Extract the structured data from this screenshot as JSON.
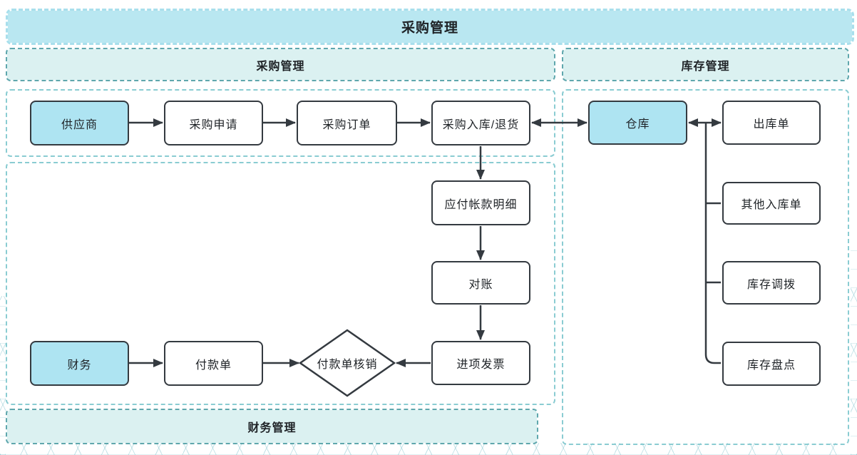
{
  "banner": {
    "title": "采购管理"
  },
  "lanes": {
    "procurement": {
      "title": "采购管理"
    },
    "inventory": {
      "title": "库存管理"
    },
    "finance": {
      "title": "财务管理"
    }
  },
  "nodes": {
    "supplier": {
      "label": "供应商",
      "type": "entity"
    },
    "purchase_request": {
      "label": "采购申请",
      "type": "step"
    },
    "purchase_order": {
      "label": "采购订单",
      "type": "step"
    },
    "purchase_inbound_return": {
      "label": "采购入库/退货",
      "type": "step"
    },
    "warehouse": {
      "label": "仓库",
      "type": "entity"
    },
    "outbound_order": {
      "label": "出库单",
      "type": "step"
    },
    "other_inbound_order": {
      "label": "其他入库单",
      "type": "step"
    },
    "inventory_transfer": {
      "label": "库存调拨",
      "type": "step"
    },
    "inventory_count": {
      "label": "库存盘点",
      "type": "step"
    },
    "accounts_payable_detail": {
      "label": "应付帐款明细",
      "type": "step"
    },
    "reconciliation": {
      "label": "对账",
      "type": "step"
    },
    "input_invoice": {
      "label": "进项发票",
      "type": "step"
    },
    "finance": {
      "label": "财务",
      "type": "entity"
    },
    "payment_order": {
      "label": "付款单",
      "type": "step"
    },
    "payment_verification": {
      "label": "付款单核销",
      "type": "decision"
    }
  },
  "edges": [
    {
      "from": "supplier",
      "to": "purchase_request",
      "dir": "one-way"
    },
    {
      "from": "purchase_request",
      "to": "purchase_order",
      "dir": "one-way"
    },
    {
      "from": "purchase_order",
      "to": "purchase_inbound_return",
      "dir": "one-way"
    },
    {
      "from": "purchase_inbound_return",
      "to": "warehouse",
      "dir": "two-way"
    },
    {
      "from": "warehouse",
      "to": "outbound_order",
      "dir": "two-way"
    },
    {
      "from": "purchase_inbound_return",
      "to": "accounts_payable_detail",
      "dir": "one-way"
    },
    {
      "from": "accounts_payable_detail",
      "to": "reconciliation",
      "dir": "one-way"
    },
    {
      "from": "reconciliation",
      "to": "input_invoice",
      "dir": "one-way"
    },
    {
      "from": "input_invoice",
      "to": "payment_verification",
      "dir": "one-way"
    },
    {
      "from": "payment_order",
      "to": "payment_verification",
      "dir": "one-way"
    },
    {
      "from": "finance",
      "to": "payment_order",
      "dir": "one-way"
    },
    {
      "from": "warehouse_branch",
      "to": "other_inbound_order",
      "dir": "plain"
    },
    {
      "from": "warehouse_branch",
      "to": "inventory_transfer",
      "dir": "plain"
    },
    {
      "from": "warehouse_branch",
      "to": "inventory_count",
      "dir": "plain"
    }
  ],
  "colors": {
    "banner_fill": "#b9e7f1",
    "band_fill": "#dbf1f1",
    "band_border": "#5fa7ad",
    "zone_border": "#8accd2",
    "node_accent_fill": "#aee4f2",
    "node_fill": "#ffffff",
    "node_border": "#343a40",
    "connector": "#343a40",
    "text": "#1e2226"
  }
}
